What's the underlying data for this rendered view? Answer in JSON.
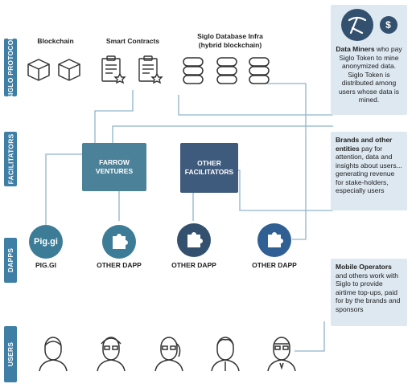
{
  "layers": {
    "protocol": "SIGLO PROTOCOL",
    "facilitators": "FACILITATORS",
    "dapps": "DAPPS",
    "users": "USERS"
  },
  "protocol": {
    "blockchain": "Blockchain",
    "smart_contracts": "Smart Contracts",
    "siglo_db": "Siglo Database Infra",
    "siglo_db_sub": "(hybrid blockchain)"
  },
  "facilitators": {
    "farrow_line1": "FARROW",
    "farrow_line2": "VENTURES",
    "other_line1": "OTHER",
    "other_line2": "FACILITATORS"
  },
  "dapps": {
    "pig_logo": "Pig.gi",
    "pig_label": "PIG.GI",
    "other1": "OTHER DAPP",
    "other2": "OTHER DAPP",
    "other3": "OTHER DAPP"
  },
  "panels": {
    "miners_bold": "Data Miners",
    "miners_text": " who pay Siglo Token to mine anonymized data. Siglo Token is distributed among users whose data is mined.",
    "brands_bold": "Brands and other entities",
    "brands_text": " pay for attention, data and insights about users... generating revenue for stake-holders, especially users",
    "mobile_bold": "Mobile Operators",
    "mobile_text": " and others work with Siglo to provide airtime top-ups, paid for by the brands and sponsors"
  },
  "colors": {
    "tab": "#3f7fa6",
    "farrow": "#4c8299",
    "other_fac": "#3e5a7c",
    "dapp_mid": "#3d7c97",
    "dapp_dark": "#33506f",
    "dapp_blue": "#2f5f93",
    "panel": "#dde8f1",
    "line": "#8fb3ca"
  },
  "icons": {
    "miner": "pickaxe-icon",
    "token": "dollar-coin-icon",
    "blockchain": "cube-icon",
    "contract": "clipboard-star-icon",
    "database": "database-icon",
    "puzzle": "puzzle-piece-icon",
    "user": "user-avatar-icon"
  }
}
